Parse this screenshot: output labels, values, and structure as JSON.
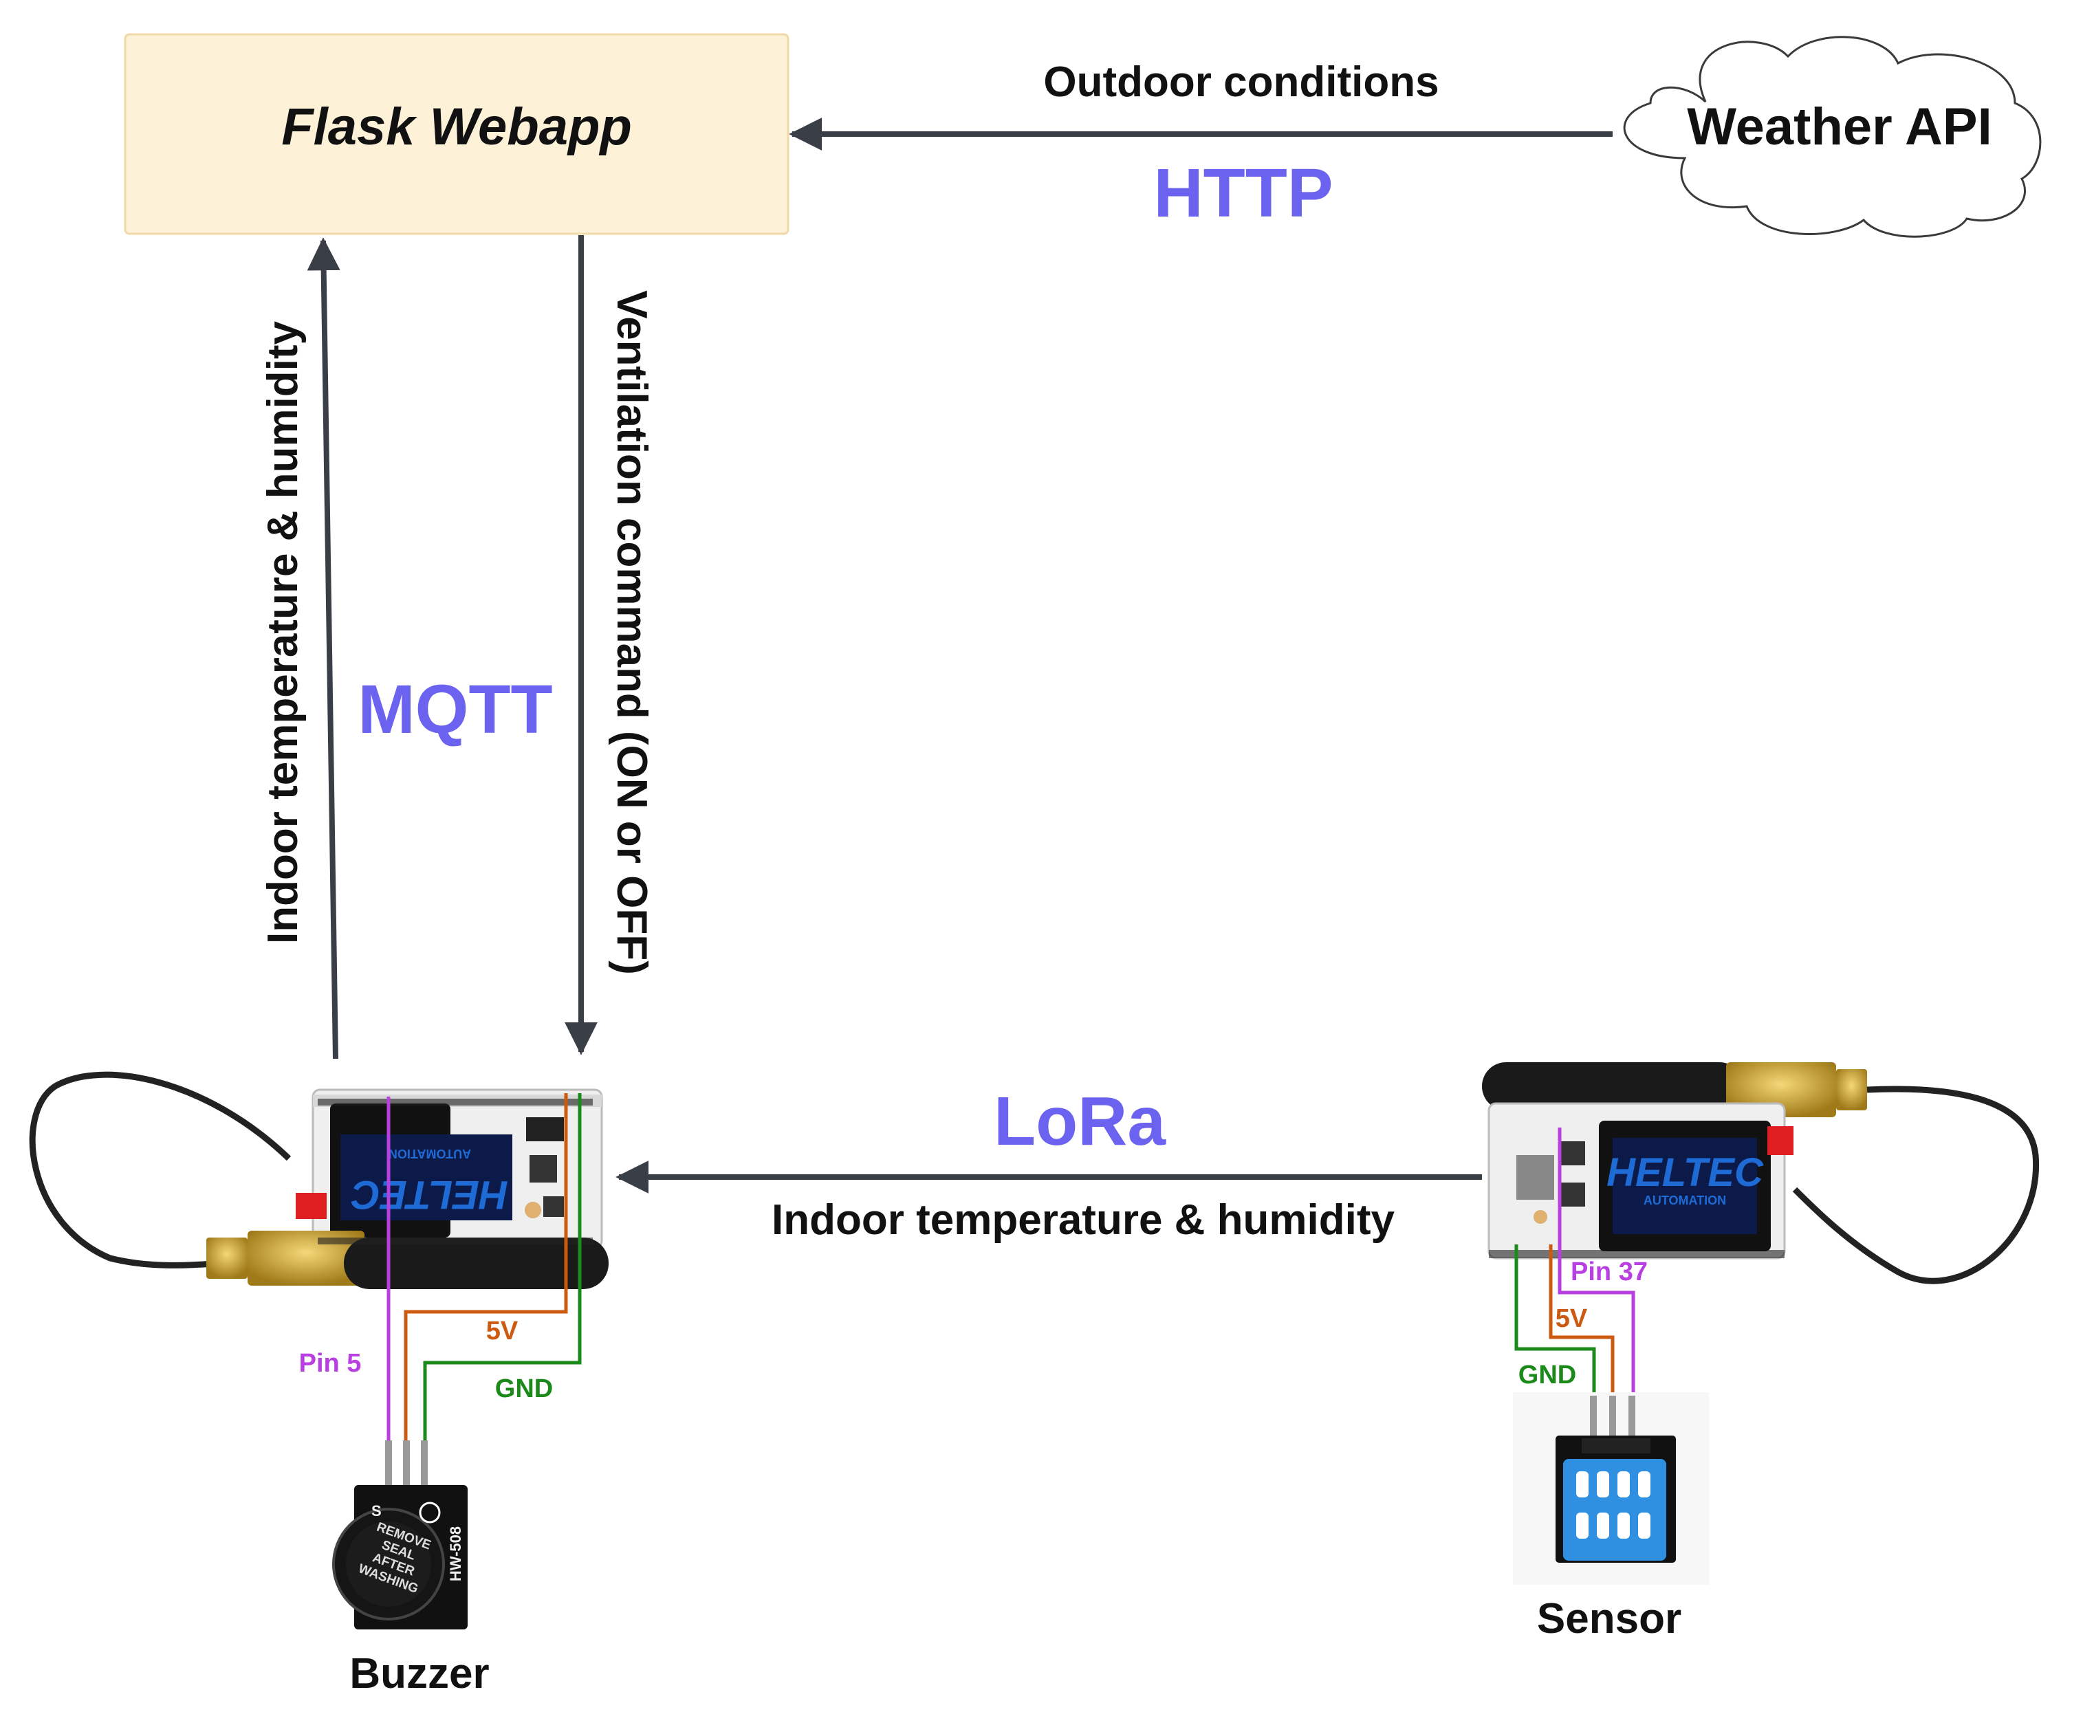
{
  "nodes": {
    "webapp": "Flask Webapp",
    "weather_api": "Weather API",
    "buzzer": "Buzzer",
    "sensor": "Sensor"
  },
  "edges": {
    "http_label": "Outdoor conditions",
    "http_protocol": "HTTP",
    "mqtt_up_label": "Indoor temperature & humidity",
    "mqtt_protocol": "MQTT",
    "mqtt_down_label": "Ventilation command (ON or OFF)",
    "lora_protocol": "LoRa",
    "lora_label": "Indoor temperature & humidity"
  },
  "wires": {
    "left_signal": "Pin 5",
    "left_power": "5V",
    "left_ground": "GND",
    "right_signal": "Pin 37",
    "right_power": "5V",
    "right_ground": "GND"
  },
  "boards": {
    "brand": "HELTEC",
    "sub": "AUTOMATION"
  },
  "buzzer_print": {
    "s": "S",
    "remove": "REMOVE",
    "seal": "SEAL",
    "after": "AFTER",
    "washing": "WASHING",
    "model": "HW-508"
  },
  "colors": {
    "protocol": "#6b63f0",
    "arrow": "#3a3f47",
    "webapp_fill": "#fdf1d8",
    "webapp_stroke": "#f0d9a8",
    "signal_wire": "#b83fe0",
    "power_wire": "#cc5a10",
    "ground_wire": "#1b8a1b"
  }
}
